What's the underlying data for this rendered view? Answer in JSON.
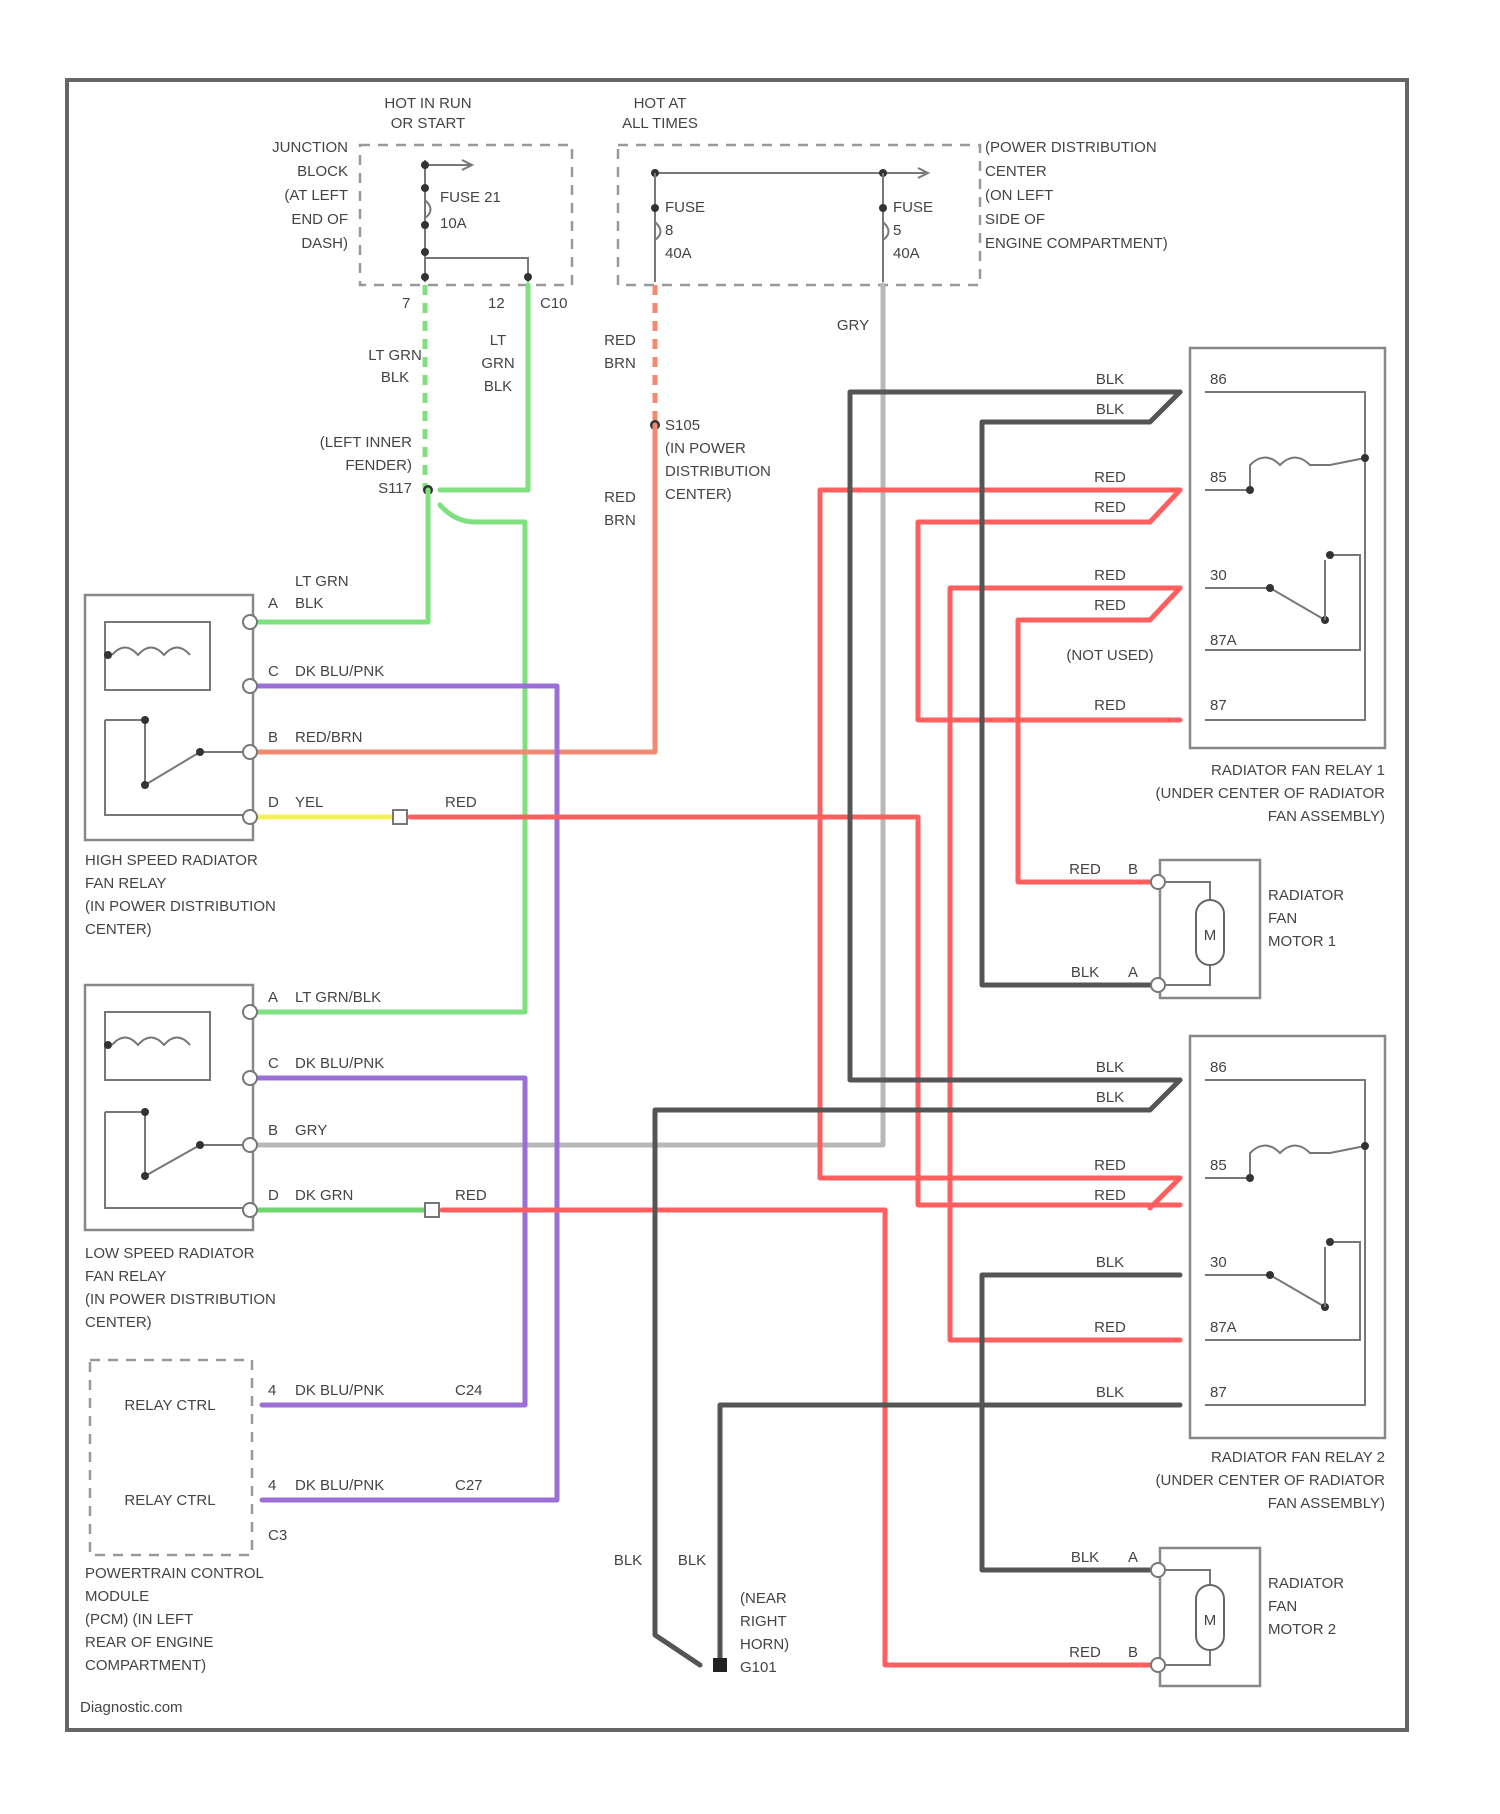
{
  "colors": {
    "ltgrn": "#7fe07f",
    "red": "#ff5f5f",
    "redbrn": "#f08a70",
    "purple": "#9b6fd6",
    "black": "#555555",
    "gray": "#b8b8b8",
    "yellow": "#f3f05a",
    "dkgrn": "#6fd66f"
  },
  "hot_in_run": [
    "HOT IN RUN",
    "OR START"
  ],
  "hot_at_all": [
    "HOT AT",
    "ALL TIMES"
  ],
  "junction_block": [
    "JUNCTION",
    "BLOCK",
    "(AT LEFT",
    "END OF",
    "DASH)"
  ],
  "fuse21": [
    "FUSE 21",
    "10A"
  ],
  "jb_pins": [
    "7",
    "12",
    "C10"
  ],
  "pdc_label": [
    "(POWER DISTRIBUTION",
    "CENTER",
    "(ON LEFT",
    "SIDE OF",
    "ENGINE COMPARTMENT)"
  ],
  "fuse_a": [
    "FUSE",
    "8",
    "40A"
  ],
  "fuse_b": [
    "FUSE",
    "5",
    "40A"
  ],
  "gry": "GRY",
  "ltgrn_blk_a": [
    "LT GRN",
    "BLK"
  ],
  "ltgrn_blk_b": [
    "LT",
    "GRN",
    "BLK"
  ],
  "red_brn_a": [
    "RED",
    "BRN"
  ],
  "red_brn_b": [
    "RED",
    "BRN"
  ],
  "s105": [
    "S105",
    "(IN POWER",
    "DISTRIBUTION",
    "CENTER)"
  ],
  "s117": [
    "(LEFT INNER",
    "FENDER)",
    "S117"
  ],
  "hs_relay": {
    "wires": [
      {
        "pin": "A",
        "label": "LT GRN",
        "label2": "BLK"
      },
      {
        "pin": "C",
        "label": "DK BLU/PNK"
      },
      {
        "pin": "B",
        "label": "RED/BRN"
      },
      {
        "pin": "D",
        "label": "YEL"
      }
    ],
    "red": "RED",
    "caption": [
      "HIGH SPEED RADIATOR",
      "FAN RELAY",
      "(IN POWER DISTRIBUTION",
      "CENTER)"
    ]
  },
  "ls_relay": {
    "wires": [
      {
        "pin": "A",
        "label": "LT GRN/BLK"
      },
      {
        "pin": "C",
        "label": "DK BLU/PNK"
      },
      {
        "pin": "B",
        "label": "GRY"
      },
      {
        "pin": "D",
        "label": "DK GRN"
      }
    ],
    "red": "RED",
    "caption": [
      "LOW SPEED RADIATOR",
      "FAN RELAY",
      "(IN POWER DISTRIBUTION",
      "CENTER)"
    ]
  },
  "pcm": {
    "ctrl": [
      "RELAY CTRL",
      "RELAY CTRL"
    ],
    "wires": [
      {
        "pin": "4",
        "label": "DK BLU/PNK",
        "conn": "C24"
      },
      {
        "pin": "4",
        "label": "DK BLU/PNK",
        "conn": "C27"
      }
    ],
    "c3": "C3",
    "caption": [
      "POWERTRAIN CONTROL",
      "MODULE",
      "(PCM) (IN LEFT",
      "REAR OF ENGINE",
      "COMPARTMENT)"
    ]
  },
  "relay1": {
    "wires": [
      "BLK",
      "BLK",
      "RED",
      "RED",
      "RED",
      "RED",
      "RED"
    ],
    "not_used": "(NOT USED)",
    "pins": [
      "86",
      "85",
      "30",
      "87A",
      "87"
    ],
    "caption": [
      "RADIATOR FAN RELAY 1",
      "(UNDER CENTER OF RADIATOR",
      "FAN ASSEMBLY)"
    ]
  },
  "relay2": {
    "wires": [
      "BLK",
      "BLK",
      "RED",
      "RED",
      "BLK",
      "RED",
      "BLK"
    ],
    "pins": [
      "86",
      "85",
      "30",
      "87A",
      "87"
    ],
    "caption": [
      "RADIATOR FAN RELAY 2",
      "(UNDER CENTER OF RADIATOR",
      "FAN ASSEMBLY)"
    ]
  },
  "motor1": {
    "top": {
      "color": "RED",
      "pin": "B"
    },
    "bottom": {
      "color": "BLK",
      "pin": "A"
    },
    "m": "M",
    "caption": [
      "RADIATOR",
      "FAN",
      "MOTOR 1"
    ]
  },
  "motor2": {
    "top": {
      "color": "BLK",
      "pin": "A"
    },
    "bottom": {
      "color": "RED",
      "pin": "B"
    },
    "m": "M",
    "caption": [
      "RADIATOR",
      "FAN",
      "MOTOR 2"
    ]
  },
  "ground_blk": [
    "BLK",
    "BLK"
  ],
  "g101": [
    "(NEAR",
    "RIGHT",
    "HORN)",
    "G101"
  ],
  "watermark": "Diagnostic.com"
}
